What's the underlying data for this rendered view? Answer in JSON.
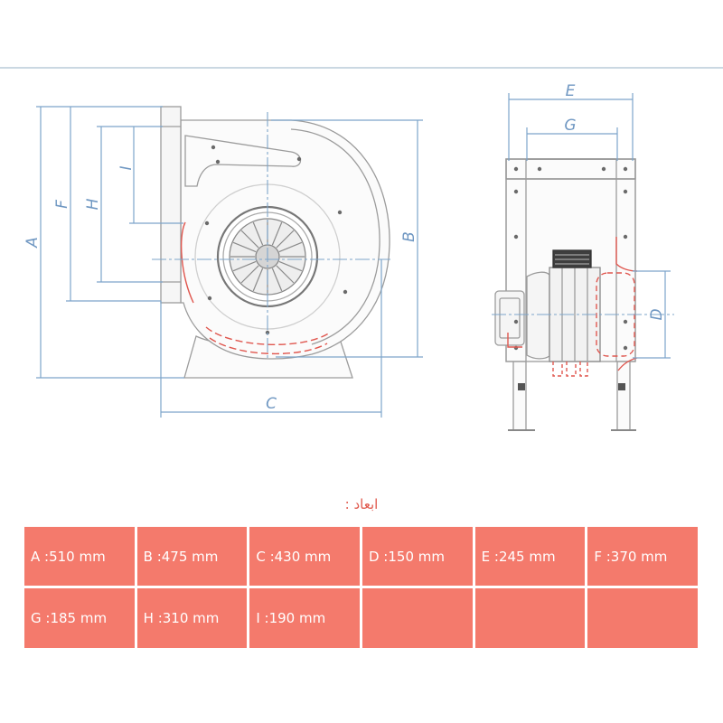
{
  "drawing": {
    "labels": {
      "A": "A",
      "B": "B",
      "C": "C",
      "D": "D",
      "E": "E",
      "F": "F",
      "G": "G",
      "H": "H",
      "I": "I"
    }
  },
  "heading": "ابعاد :",
  "table": {
    "rows": [
      [
        "A :510 mm",
        "B :475 mm",
        "C :430 mm",
        "D :150 mm",
        "E :245 mm",
        "F :370 mm"
      ],
      [
        "G :185 mm",
        "H :310 mm",
        "I :190 mm"
      ]
    ]
  },
  "colors": {
    "table_background": "#F47A6C",
    "table_text": "#FFFFFF",
    "heading": "#E05A4E",
    "dimension_lines": "#7DA5CA",
    "outline": "#9C9C9C",
    "hidden_detail": "#E0574F"
  }
}
